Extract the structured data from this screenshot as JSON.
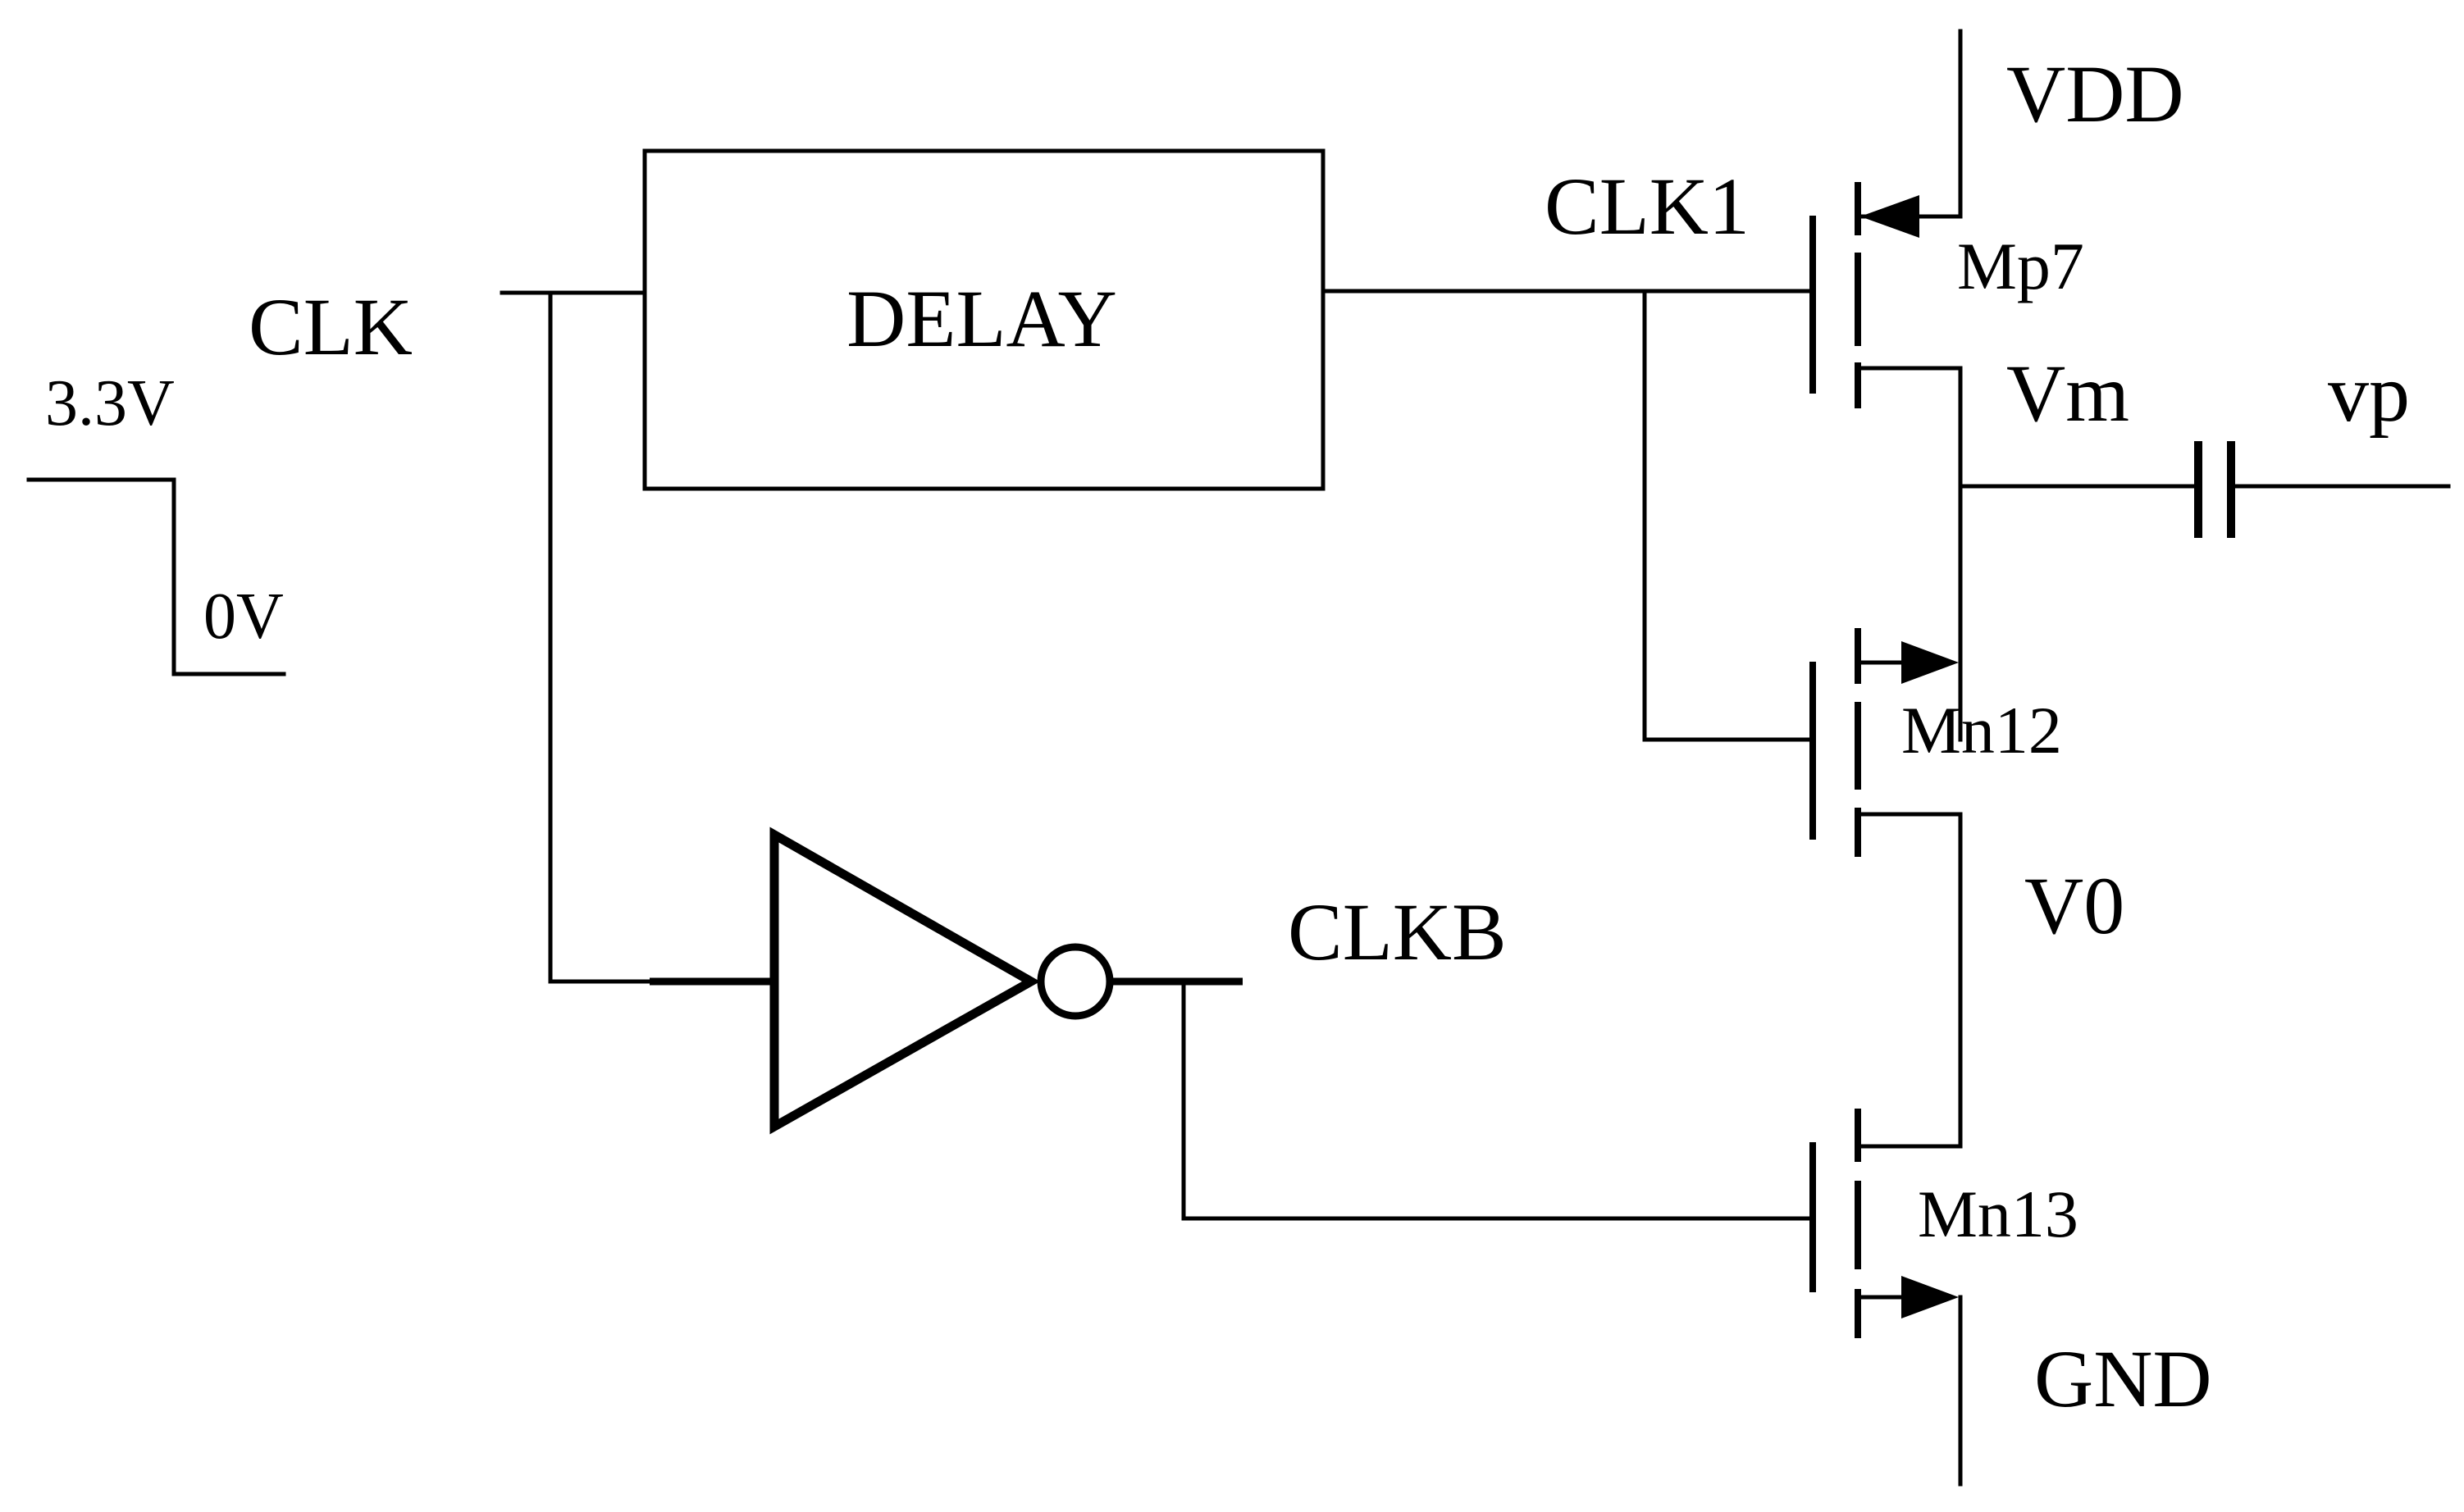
{
  "labels": {
    "clk": "CLK",
    "high_level": "3.3V",
    "low_level": "0V",
    "delay": "DELAY",
    "clk1": "CLK1",
    "clkb": "CLKB",
    "vdd": "VDD",
    "gnd": "GND",
    "mp7": "Mp7",
    "mn12": "Mn12",
    "mn13": "Mn13",
    "vm": "Vm",
    "vp": "vp",
    "v0": "V0"
  }
}
